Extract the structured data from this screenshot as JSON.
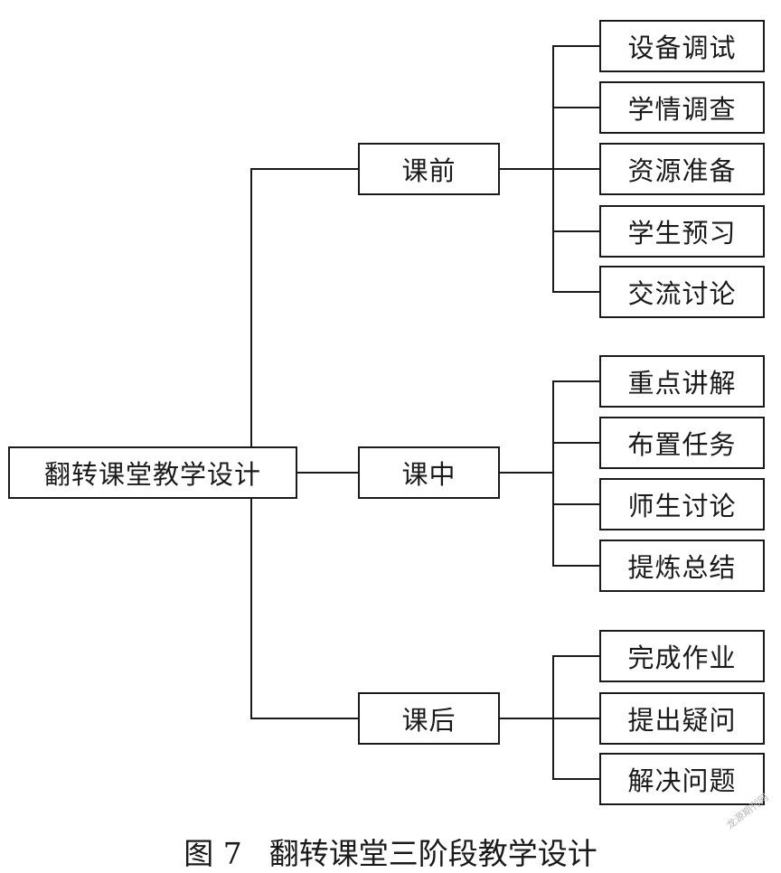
{
  "root": {
    "label": "翻转课堂教学设计"
  },
  "stages": [
    {
      "label": "课前",
      "items": [
        "设备调试",
        "学情调查",
        "资源准备",
        "学生预习",
        "交流讨论"
      ]
    },
    {
      "label": "课中",
      "items": [
        "重点讲解",
        "布置任务",
        "师生讨论",
        "提炼总结"
      ]
    },
    {
      "label": "课后",
      "items": [
        "完成作业",
        "提出疑问",
        "解决问题"
      ]
    }
  ],
  "caption": {
    "number": "图 7",
    "title": "翻转课堂三阶段教学设计"
  },
  "watermark": "龙源期刊网",
  "colors": {
    "line": "#1a1a1a",
    "text": "#1a1a1a",
    "background": "#ffffff"
  }
}
